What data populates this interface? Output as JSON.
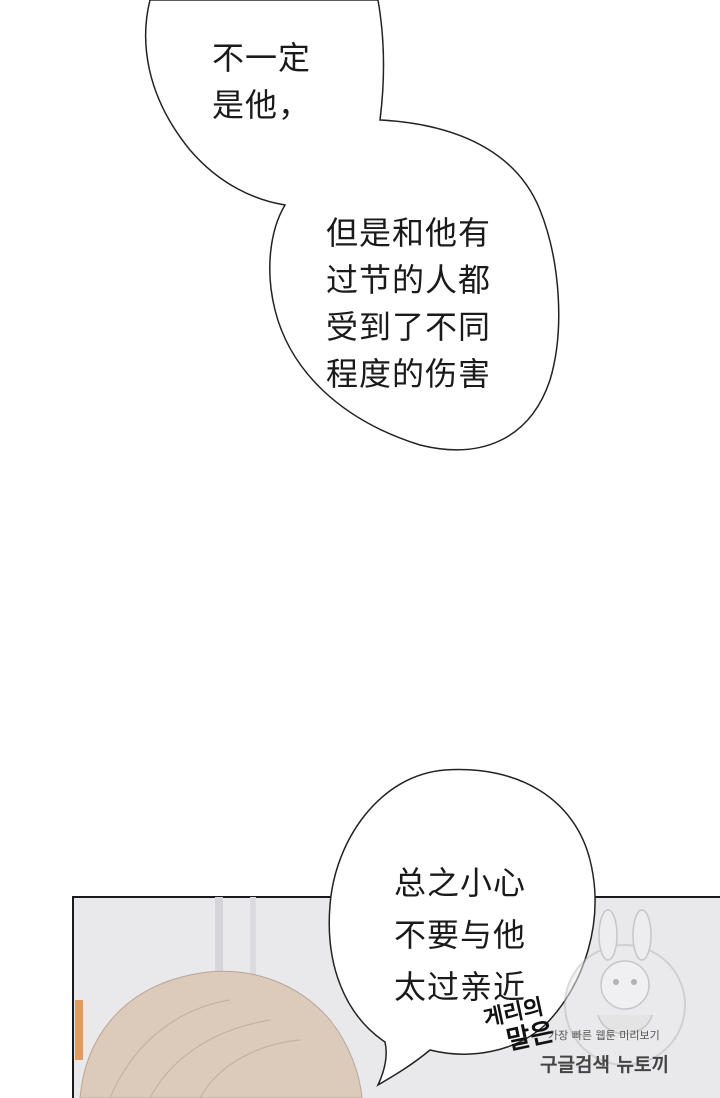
{
  "bubble_1": {
    "lines": [
      "不一定",
      "是他，"
    ]
  },
  "bubble_2": {
    "lines": [
      "但是和他有",
      "过节的人都",
      "受到了不同",
      "程度的伤害"
    ]
  },
  "bubble_3": {
    "lines": [
      "总之小心",
      "不要与他",
      "太过亲近"
    ]
  },
  "signature": {
    "line1": "게리의",
    "line2": "말은"
  },
  "watermark": {
    "tagline": "가장 빠른 웹툰 미리보기",
    "brand": "구글검색 뉴토끼"
  },
  "colors": {
    "panel_border": "#1a1a1a",
    "bubble_stroke": "#222222",
    "hair": "#d9c8b8",
    "panel_bg": "#e7e7ea"
  }
}
